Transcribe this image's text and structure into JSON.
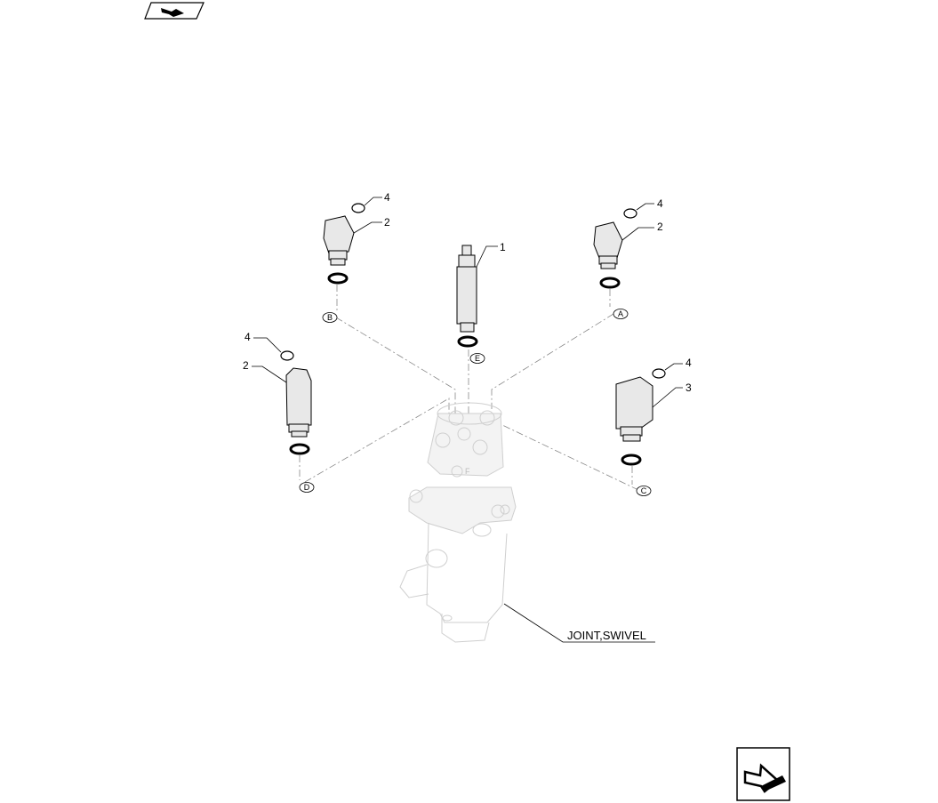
{
  "nav": {
    "prev_icon": "arrow-back-icon",
    "next_icon": "arrow-forward-icon"
  },
  "callouts": {
    "c1": "1",
    "c2a": "2",
    "c2b": "2",
    "c2c": "2",
    "c3": "3",
    "c4a": "4",
    "c4b": "4",
    "c4c": "4",
    "c4d": "4"
  },
  "ports": {
    "a": "A",
    "b": "B",
    "c": "C",
    "d": "D",
    "e": "E"
  },
  "swivel_label": "JOINT,SWIVEL",
  "body_marks": {
    "f": "F"
  }
}
